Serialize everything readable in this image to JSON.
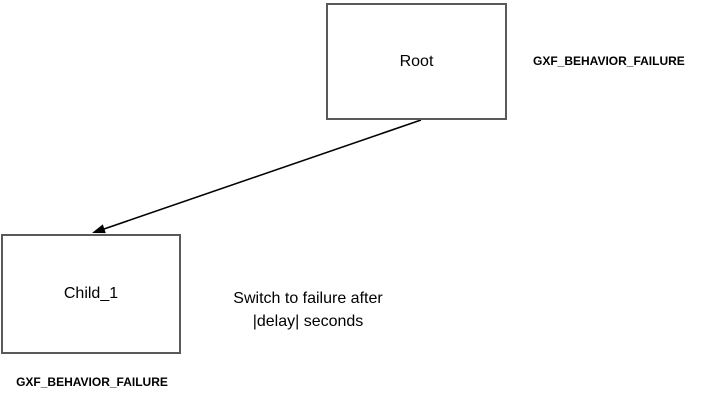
{
  "diagram": {
    "nodes": [
      {
        "label": "Root",
        "status": "GXF_BEHAVIOR_FAILURE"
      },
      {
        "label": "Child_1",
        "status": "GXF_BEHAVIOR_FAILURE"
      }
    ],
    "edge": {
      "from": "Root",
      "to": "Child_1",
      "annotation_line1": "Switch to failure after",
      "annotation_line2": "|delay| seconds"
    },
    "colors": {
      "background": "#ffffff",
      "node_border": "#595959",
      "node_fill": "#ffffff",
      "arrow": "#000000",
      "text": "#000000"
    }
  }
}
